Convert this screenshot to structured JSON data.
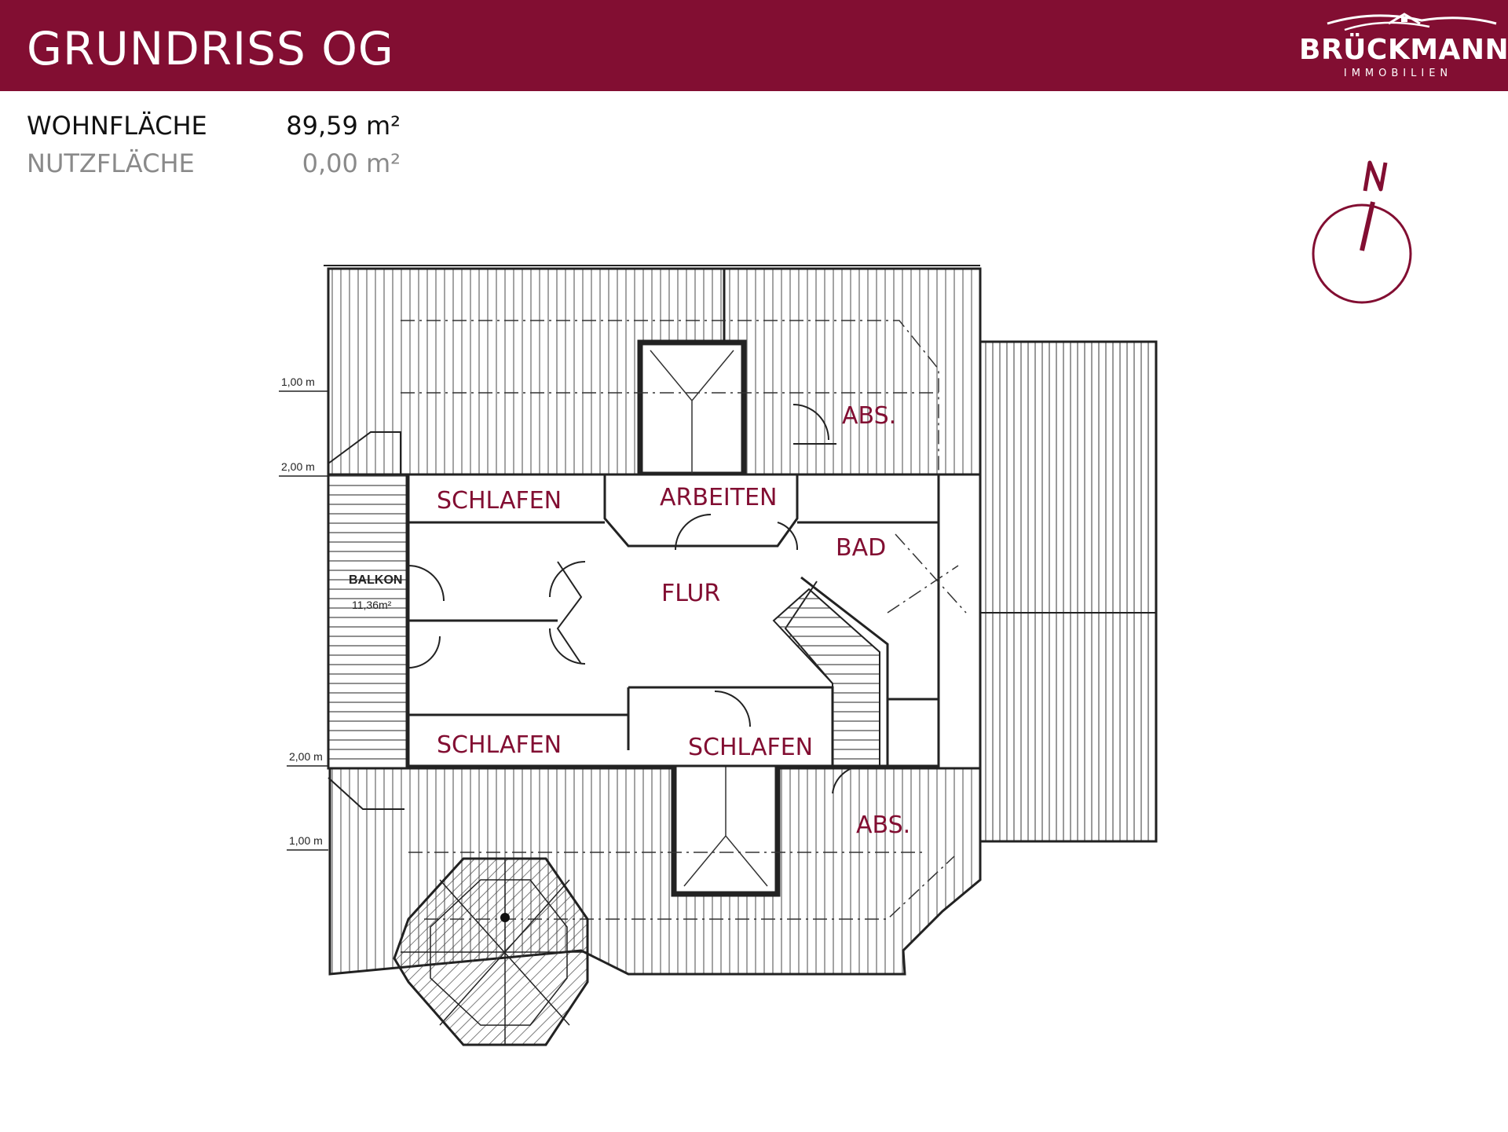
{
  "header": {
    "title": "GRUNDRISS OG",
    "logo_name": "BRÜCKMANN",
    "logo_sub": "IMMOBILIEN",
    "color": "#820e32"
  },
  "areas": [
    {
      "label": "WOHNFLÄCHE",
      "value": "89,59 m²"
    },
    {
      "label": "NUTZFLÄCHE",
      "value": "0,00 m²"
    }
  ],
  "compass": {
    "label": "N",
    "icon": "north-arrow-icon"
  },
  "rooms": {
    "abs_top": "ABS.",
    "schlafen_1": "SCHLAFEN",
    "arbeiten": "ARBEITEN",
    "bad": "BAD",
    "flur": "FLUR",
    "balkon": "BALKON",
    "balkon_area": "11,36m²",
    "schlafen_2": "SCHLAFEN",
    "schlafen_3": "SCHLAFEN",
    "abs_bottom": "ABS."
  },
  "dimensions": {
    "d1": "1,00 m",
    "d2": "2,00 m",
    "d3": "2,00 m",
    "d4": "1,00 m"
  }
}
